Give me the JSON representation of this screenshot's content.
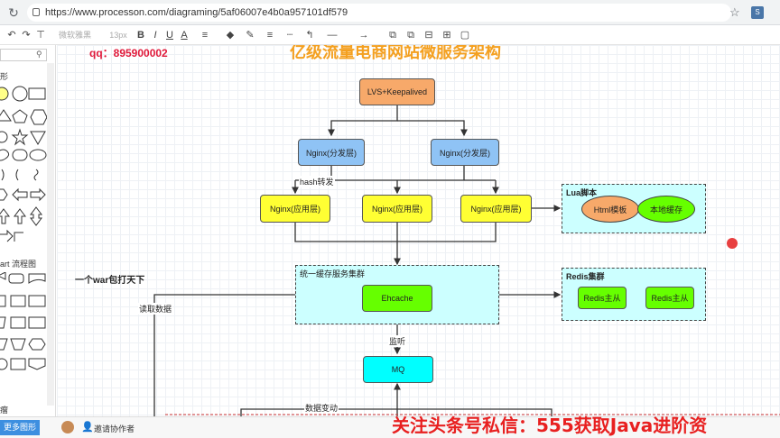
{
  "browser": {
    "url": "https://www.processon.com/diagraming/5af06007e4b0a957101df579",
    "ext_label": "S"
  },
  "toolbar": {
    "font_name": "微软雅黑",
    "font_size": "13px",
    "bold": "B",
    "italic": "I",
    "underline": "U",
    "font_color": "A"
  },
  "sidebar": {
    "section_shapes": "形",
    "section_flowchart": "art 流程图",
    "section_more": "瘤",
    "more_shapes_button": "更多图形"
  },
  "status": {
    "invite_label": "邀请协作者"
  },
  "diagram": {
    "title": "亿级流量电商网站微服务架构",
    "qq": "qq：895900002",
    "war_label": "一个war包打天下",
    "lvs": "LVS+Keepalived",
    "nginx_dist_1": "Nginx(分发层)",
    "nginx_dist_2": "Nginx(分发层)",
    "hash_label": "hash转发",
    "nginx_app_1": "Nginx(应用层)",
    "nginx_app_2": "Nginx(应用层)",
    "nginx_app_3": "Nginx(应用层)",
    "lua_group": "Lua脚本",
    "html_template": "Html模板",
    "local_cache": "本地缓存",
    "cache_group": "统一缓存服务集群",
    "ehcache": "Ehcache",
    "redis_group": "Redis集群",
    "redis_master_1": "Redis主从",
    "redis_master_2": "Redis主从",
    "read_data": "读取数据",
    "listen": "监听",
    "mq": "MQ",
    "data_change": "数据变动"
  },
  "watermark": "关注头条号私信：555获取Java进阶资",
  "colors": {
    "orange": "#f7a96a",
    "blue": "#8fc3f5",
    "yellow": "#ffff33",
    "cyan": "#ccffff",
    "mq": "#00ffff",
    "green": "#66ff00"
  }
}
